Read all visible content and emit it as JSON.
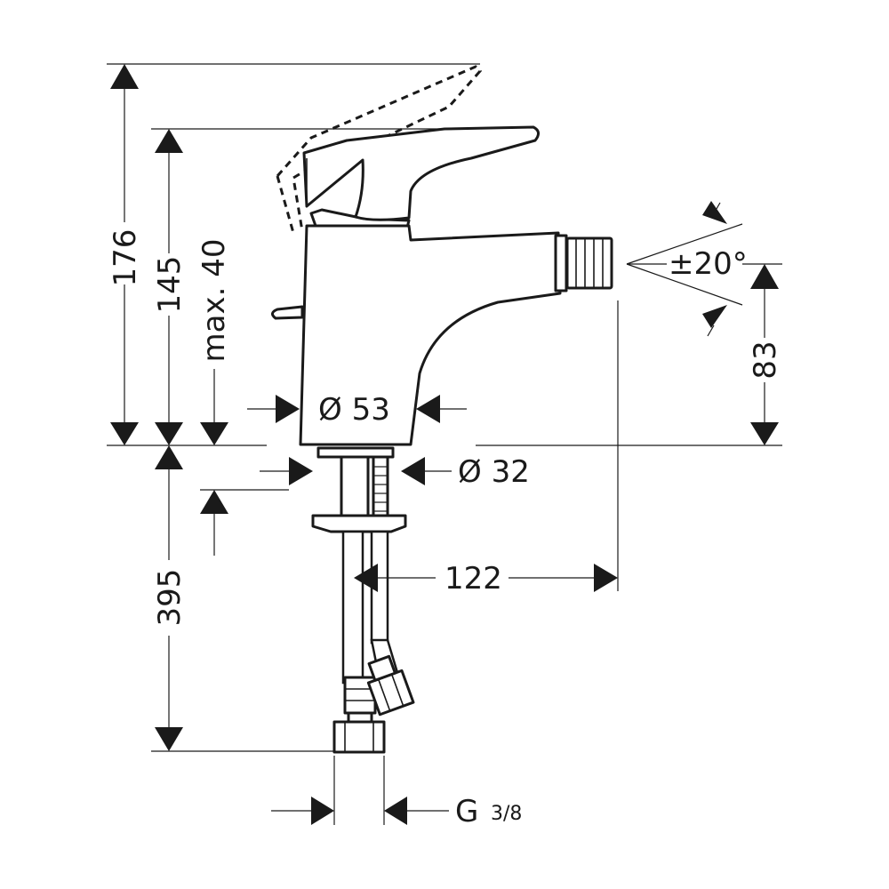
{
  "dimensions": {
    "total_height": "176",
    "spout_height": "145",
    "lever_clearance": "max. 40",
    "body_diameter": "Ø 53",
    "shank_diameter": "Ø 32",
    "outlet_height": "83",
    "swivel_angle": "±20°",
    "projection": "122",
    "hose_length": "395",
    "connection_thread": "G",
    "connection_size": "3/8"
  }
}
